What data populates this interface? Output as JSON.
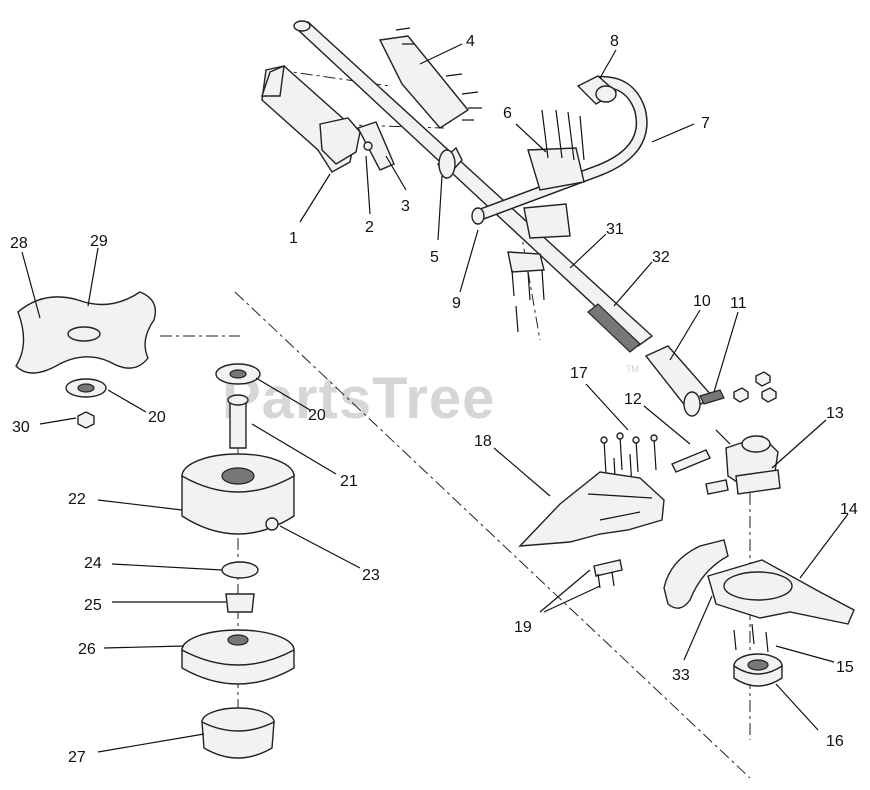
{
  "watermark": {
    "text": "PartsTree",
    "trademark": "TM"
  },
  "callouts": [
    "1",
    "2",
    "3",
    "4",
    "5",
    "6",
    "7",
    "8",
    "9",
    "10",
    "11",
    "12",
    "13",
    "14",
    "15",
    "16",
    "17",
    "18",
    "19",
    "20",
    "20",
    "21",
    "22",
    "23",
    "24",
    "25",
    "26",
    "27",
    "28",
    "29",
    "30",
    "31",
    "32",
    "33"
  ]
}
